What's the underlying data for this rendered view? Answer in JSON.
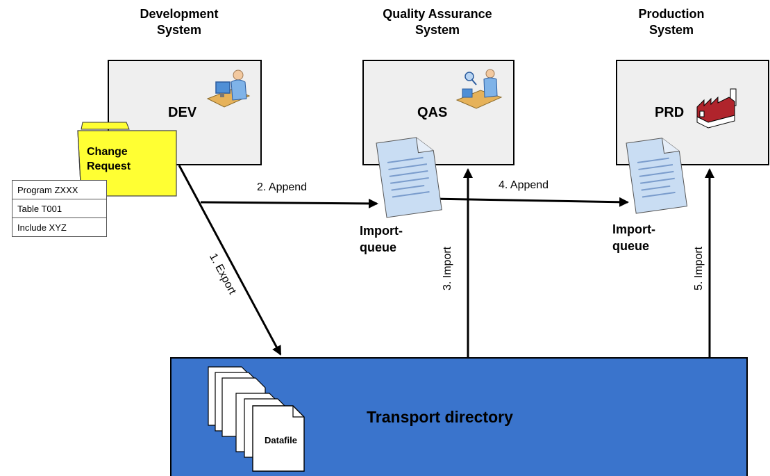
{
  "systems": {
    "dev": {
      "title": "Development\nSystem",
      "code": "DEV"
    },
    "qas": {
      "title": "Quality Assurance\nSystem",
      "code": "QAS"
    },
    "prd": {
      "title": "Production\nSystem",
      "code": "PRD"
    }
  },
  "change_request": {
    "label_line1": "Change",
    "label_line2": "Request",
    "items": [
      "Program ZXXX",
      "Table T001",
      "Include XYZ"
    ]
  },
  "queues": {
    "qas": "Import-\nqueue",
    "prd": "Import-\nqueue"
  },
  "arrows": {
    "export": "1. Export",
    "append1": "2. Append",
    "import3": "3. Import",
    "append4": "4. Append",
    "import5": "5. Import"
  },
  "transport": {
    "title": "Transport directory",
    "datafile": "Datafile"
  },
  "colors": {
    "transport_fill": "#3a74cc",
    "folder_fill": "#ffff33",
    "box_fill": "#efefef",
    "doc_fill": "#c9ddf3"
  },
  "icons": {
    "dev": "developer-workstation-icon",
    "qas": "quality-tester-icon",
    "prd": "factory-icon",
    "folder": "folder-icon",
    "queue": "document-icon",
    "datafile": "datafile-stack-icon"
  }
}
